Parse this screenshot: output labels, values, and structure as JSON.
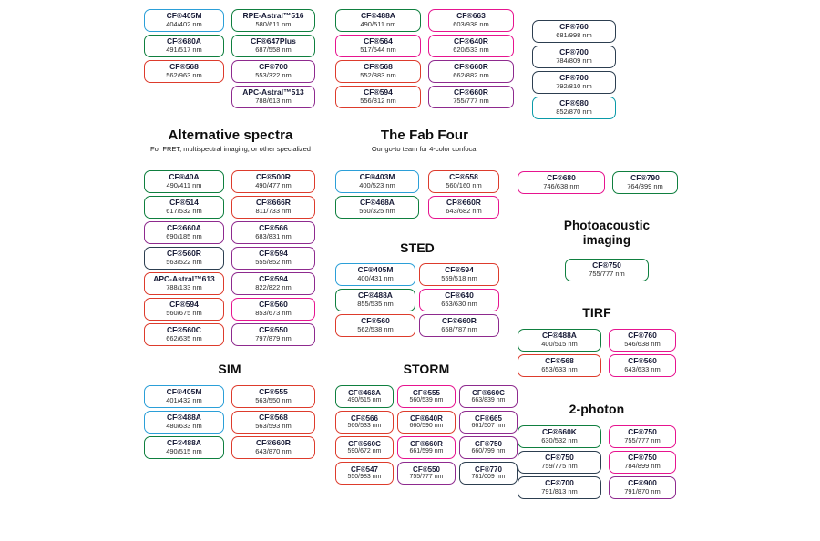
{
  "palette": {
    "blue": "#2b9fd8",
    "green": "#0f7f3f",
    "red": "#dd3b2c",
    "magenta": "#e6148f",
    "purple": "#8e2a8e",
    "navy": "#2c3e50",
    "teal": "#0a9aa8"
  },
  "sections": {
    "alt": {
      "title": "Alternative spectra",
      "subtitle": "For FRET, multispectral imaging, or other specialized"
    },
    "fab": {
      "title": "The Fab Four",
      "subtitle": "Our go-to team for 4-color confocal"
    },
    "photo": {
      "title": "Photoacoustic imaging"
    },
    "sted": {
      "title": "STED"
    },
    "tirf": {
      "title": "TIRF"
    },
    "sim": {
      "title": "SIM"
    },
    "storm": {
      "title": "STORM"
    },
    "twophoton": {
      "title": "2-photon"
    }
  },
  "groups": {
    "top": {
      "cols": [
        [
          {
            "name": "CF®405M",
            "wl": "404/402 nm",
            "c": "blue"
          },
          {
            "name": "CF®680A",
            "wl": "491/517 nm",
            "c": "green"
          },
          {
            "name": "CF®568",
            "wl": "562/963 nm",
            "c": "red"
          }
        ],
        [
          {
            "name": "RPE-Astral™516",
            "wl": "580/611 nm",
            "c": "green"
          },
          {
            "name": "CF®647Plus",
            "wl": "687/558 nm",
            "c": "green"
          },
          {
            "name": "CF®700",
            "wl": "553/322 nm",
            "c": "purple"
          },
          {
            "name": "APC-Astral™513",
            "wl": "788/613 nm",
            "c": "purple"
          }
        ],
        [
          {
            "name": "CF®488A",
            "wl": "490/511 nm",
            "c": "green"
          },
          {
            "name": "CF®564",
            "wl": "517/544 nm",
            "c": "magenta"
          },
          {
            "name": "CF®568",
            "wl": "552/883 nm",
            "c": "red"
          },
          {
            "name": "CF®594",
            "wl": "556/812 nm",
            "c": "red"
          }
        ],
        [
          {
            "name": "CF®663",
            "wl": "603/938 nm",
            "c": "magenta"
          },
          {
            "name": "CF®640R",
            "wl": "620/533 nm",
            "c": "magenta"
          },
          {
            "name": "CF®660R",
            "wl": "662/882 nm",
            "c": "purple"
          },
          {
            "name": "CF®660R",
            "wl": "755/777 nm",
            "c": "purple"
          }
        ],
        [
          {
            "name": "CF®760",
            "wl": "681/998 nm",
            "c": "navy"
          },
          {
            "name": "CF®700",
            "wl": "784/809 nm",
            "c": "navy"
          },
          {
            "name": "CF®700",
            "wl": "792/810 nm",
            "c": "navy"
          },
          {
            "name": "CF®980",
            "wl": "852/870 nm",
            "c": "teal"
          }
        ]
      ]
    },
    "alt": {
      "cols": [
        [
          {
            "name": "CF®40A",
            "wl": "490/411 nm",
            "c": "green"
          },
          {
            "name": "CF®514",
            "wl": "617/532 nm",
            "c": "green"
          },
          {
            "name": "CF®660A",
            "wl": "690/185 nm",
            "c": "purple"
          },
          {
            "name": "CF®560R",
            "wl": "563/522 nm",
            "c": "navy"
          },
          {
            "name": "APC-Astral™613",
            "wl": "788/133 nm",
            "c": "red"
          },
          {
            "name": "CF®594",
            "wl": "560/675 nm",
            "c": "red"
          },
          {
            "name": "CF®560C",
            "wl": "662/635 nm",
            "c": "red"
          }
        ],
        [
          {
            "name": "CF®500R",
            "wl": "490/477 nm",
            "c": "red"
          },
          {
            "name": "CF®666R",
            "wl": "811/733 nm",
            "c": "red"
          },
          {
            "name": "CF®566",
            "wl": "683/831 nm",
            "c": "purple"
          },
          {
            "name": "CF®594",
            "wl": "555/852 nm",
            "c": "purple"
          },
          {
            "name": "CF®594",
            "wl": "822/822 nm",
            "c": "purple"
          },
          {
            "name": "CF®560",
            "wl": "853/673 nm",
            "c": "magenta"
          },
          {
            "name": "CF®550",
            "wl": "797/879 nm",
            "c": "purple"
          }
        ]
      ]
    },
    "fab": {
      "cols": [
        [
          {
            "name": "CF®403M",
            "wl": "400/523 nm",
            "c": "blue"
          },
          {
            "name": "CF®468A",
            "wl": "560/325 nm",
            "c": "green"
          }
        ],
        [
          {
            "name": "CF®558",
            "wl": "560/160 nm",
            "c": "red"
          },
          {
            "name": "CF®660R",
            "wl": "643/682 nm",
            "c": "magenta"
          }
        ]
      ]
    },
    "nir": {
      "cols": [
        [
          {
            "name": "CF®680",
            "wl": "746/638 nm",
            "c": "magenta"
          }
        ],
        [
          {
            "name": "CF®790",
            "wl": "764/899 nm",
            "c": "green"
          }
        ]
      ]
    },
    "photo": {
      "cols": [
        [
          {
            "name": "CF®750",
            "wl": "755/777 nm",
            "c": "green"
          }
        ]
      ]
    },
    "sted": {
      "cols": [
        [
          {
            "name": "CF®405M",
            "wl": "400/431 nm",
            "c": "blue"
          },
          {
            "name": "CF®488A",
            "wl": "855/535 nm",
            "c": "green"
          },
          {
            "name": "CF®560",
            "wl": "562/538 nm",
            "c": "red"
          }
        ],
        [
          {
            "name": "CF®594",
            "wl": "559/518 nm",
            "c": "red"
          },
          {
            "name": "CF®640",
            "wl": "653/630 nm",
            "c": "magenta"
          },
          {
            "name": "CF®660R",
            "wl": "658/787 nm",
            "c": "purple"
          }
        ]
      ]
    },
    "tirf": {
      "cols": [
        [
          {
            "name": "CF®488A",
            "wl": "400/515 nm",
            "c": "green"
          },
          {
            "name": "CF®568",
            "wl": "653/633 nm",
            "c": "red"
          }
        ],
        [
          {
            "name": "CF®760",
            "wl": "546/638 nm",
            "c": "magenta"
          },
          {
            "name": "CF®560",
            "wl": "643/633 nm",
            "c": "magenta"
          }
        ]
      ]
    },
    "sim": {
      "cols": [
        [
          {
            "name": "CF®405M",
            "wl": "401/432 nm",
            "c": "blue"
          },
          {
            "name": "CF®488A",
            "wl": "480/633 nm",
            "c": "blue"
          },
          {
            "name": "CF®488A",
            "wl": "490/515 nm",
            "c": "green"
          }
        ],
        [
          {
            "name": "CF®555",
            "wl": "563/550 nm",
            "c": "red"
          },
          {
            "name": "CF®568",
            "wl": "563/593 nm",
            "c": "red"
          },
          {
            "name": "CF®660R",
            "wl": "643/870 nm",
            "c": "red"
          }
        ]
      ]
    },
    "storm": {
      "cols": [
        [
          {
            "name": "CF®468A",
            "wl": "490/515 nm",
            "c": "green"
          },
          {
            "name": "CF®566",
            "wl": "566/533 nm",
            "c": "red"
          },
          {
            "name": "CF®560C",
            "wl": "590/672 nm",
            "c": "red"
          },
          {
            "name": "CF®547",
            "wl": "550/983 nm",
            "c": "red"
          }
        ],
        [
          {
            "name": "CF®555",
            "wl": "560/539 nm",
            "c": "magenta"
          },
          {
            "name": "CF®640R",
            "wl": "660/590 nm",
            "c": "red"
          },
          {
            "name": "CF®660R",
            "wl": "661/599 nm",
            "c": "magenta"
          },
          {
            "name": "CF®550",
            "wl": "755/777 nm",
            "c": "purple"
          }
        ],
        [
          {
            "name": "CF®660C",
            "wl": "663/839 nm",
            "c": "purple"
          },
          {
            "name": "CF®665",
            "wl": "661/507 nm",
            "c": "purple"
          },
          {
            "name": "CF®750",
            "wl": "660/799 nm",
            "c": "purple"
          },
          {
            "name": "CF®770",
            "wl": "781/009 nm",
            "c": "navy"
          }
        ]
      ]
    },
    "twophoton": {
      "cols": [
        [
          {
            "name": "CF®660K",
            "wl": "630/532 nm",
            "c": "green"
          },
          {
            "name": "CF®750",
            "wl": "759/775 nm",
            "c": "navy"
          },
          {
            "name": "CF®700",
            "wl": "791/813 nm",
            "c": "navy"
          }
        ],
        [
          {
            "name": "CF®750",
            "wl": "755/777 nm",
            "c": "magenta"
          },
          {
            "name": "CF®750",
            "wl": "784/899 nm",
            "c": "magenta"
          },
          {
            "name": "CF®900",
            "wl": "791/870 nm",
            "c": "purple"
          }
        ]
      ]
    }
  }
}
